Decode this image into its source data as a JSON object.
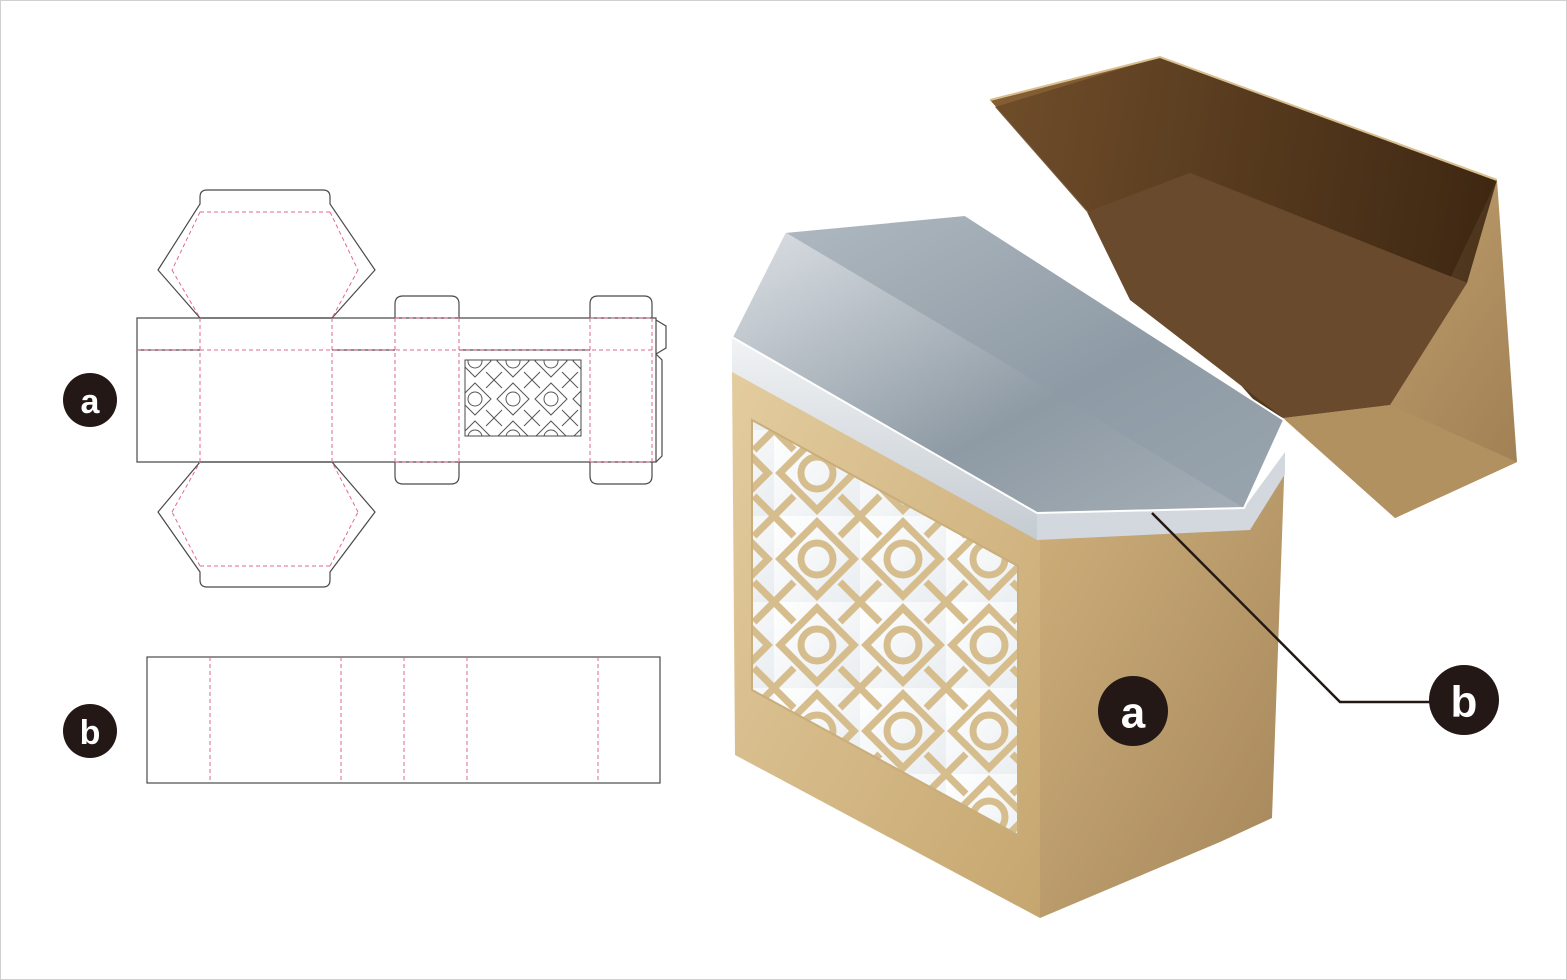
{
  "labels": {
    "dieline_a": "a",
    "dieline_b": "b",
    "box_a": "a",
    "box_b": "b"
  },
  "colors": {
    "cut_line": "#4a4a4a",
    "fold_line": "#e06b8a",
    "badge_fill": "#231815",
    "badge_text": "#ffffff",
    "kraft_light": "#d9bf8f",
    "kraft_dark": "#a48555",
    "lid_interior": "#5a3c20",
    "insert_silver": "#c9d0d6",
    "insert_shadow": "#7f8b95",
    "callout_line": "#231815"
  }
}
